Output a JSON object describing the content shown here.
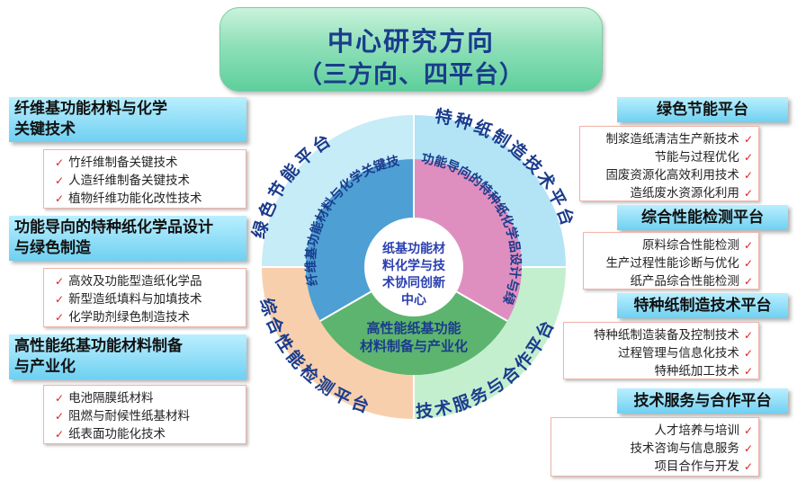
{
  "title": {
    "line1": "中心研究方向",
    "line2": "（三方向、四平台）"
  },
  "center": {
    "line1": "纸基功能材",
    "line2": "料化学与技",
    "line3": "术协同创新",
    "line4": "中心"
  },
  "outer_ring": {
    "top_left": "绿色节能平台",
    "top_right": "特种纸制造技术平台",
    "bottom_right": "技术服务与合作平台",
    "bottom_left": "综合性能检测平台"
  },
  "inner_ring": {
    "left": "纤维基功能材料与化学关键技术",
    "right": "功能导向的特种纸化学品设计与绿色制造",
    "bottom_line1": "高性能纸基功能",
    "bottom_line2": "材料制备与产业化"
  },
  "left_sections": [
    {
      "heading_line1": "纤维基功能材料与化学",
      "heading_line2": "关键技术",
      "items": [
        "竹纤维制备关键技术",
        "人造纤维制备关键技术",
        "植物纤维功能化改性技术"
      ]
    },
    {
      "heading_line1": "功能导向的特种纸化学品设计",
      "heading_line2": "与绿色制造",
      "items": [
        "高效及功能型造纸化学品",
        "新型造纸填料与加填技术",
        "化学助剂绿色制造技术"
      ]
    },
    {
      "heading_line1": "高性能纸基功能材料制备",
      "heading_line2": "与产业化",
      "items": [
        "电池隔膜纸材料",
        "阻燃与耐候性纸基材料",
        "纸表面功能化技术"
      ]
    }
  ],
  "right_sections": [
    {
      "heading": "绿色节能平台",
      "items": [
        "制浆造纸清洁生产新技术",
        "节能与过程优化",
        "固废资源化高效利用技术",
        "造纸废水资源化利用"
      ]
    },
    {
      "heading": "综合性能检测平台",
      "items": [
        "原料综合性能检测",
        "生产过程性能诊断与优化",
        "纸产品综合性能检测"
      ]
    },
    {
      "heading": "特种纸制造技术平台",
      "items": [
        "特种纸制造装备及控制技术",
        "过程管理与信息化技术",
        "特种纸加工技术"
      ]
    },
    {
      "heading": "技术服务与合作平台",
      "items": [
        "人才培养与培训",
        "技术咨询与信息服务",
        "项目合作与开发"
      ]
    }
  ],
  "check_mark": "✓",
  "colors": {
    "quad_top_left": "#c5ecf7",
    "quad_top_right": "#b2e4f6",
    "quad_bottom_right": "#c4efcf",
    "quad_bottom_left": "#f8cfad",
    "inner_left": "#4e9fd4",
    "inner_right": "#df8fbf",
    "inner_bottom": "#5db46e",
    "text_blue": "#1a3c8c"
  }
}
